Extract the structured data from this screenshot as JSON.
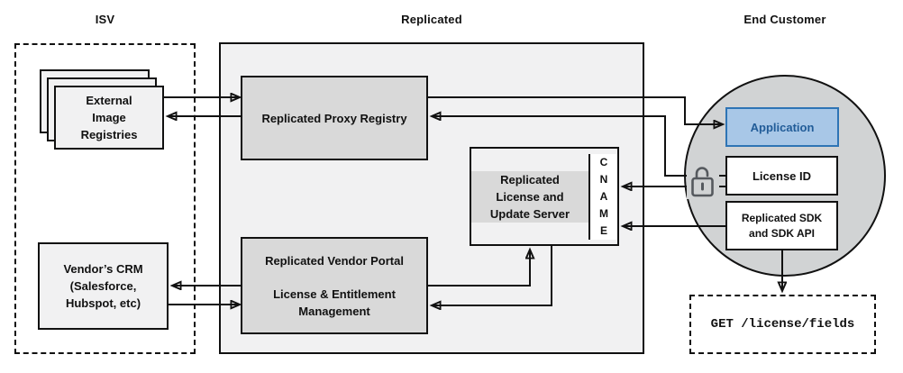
{
  "titles": {
    "isv": "ISV",
    "replicated": "Replicated",
    "end_customer": "End Customer"
  },
  "nodes": {
    "external_registries": {
      "label_lines": [
        "External",
        "Image",
        "Registries"
      ]
    },
    "vendor_crm": {
      "label_lines": [
        "Vendor’s CRM",
        "(Salesforce,",
        "Hubspot, etc)"
      ]
    },
    "proxy_registry": {
      "label": "Replicated Proxy Registry"
    },
    "vendor_portal": {
      "title": "Replicated Vendor Portal",
      "subtitle_lines": [
        "License & Entitlement",
        "Management"
      ]
    },
    "update_server": {
      "label_lines": [
        "Replicated",
        "License and",
        "Update Server"
      ],
      "cname_letters": [
        "C",
        "N",
        "A",
        "M",
        "E"
      ]
    },
    "application": {
      "label": "Application"
    },
    "license_id": {
      "label": "License ID"
    },
    "sdk": {
      "label_lines": [
        "Replicated SDK",
        "and SDK API"
      ]
    },
    "api_endpoint": {
      "label": "GET /license/fields"
    }
  },
  "icons": {
    "lock": "open-padlock-icon"
  },
  "colors": {
    "line": "#111111",
    "panel_fill": "#f1f1f2",
    "node_fill": "#d9d9d9",
    "circle_fill": "#d1d3d4",
    "light_fill": "#f1f1f2",
    "application_fill": "#a8c7e7",
    "application_border": "#2e74b5",
    "application_text": "#215c98",
    "lock": "#55595e"
  }
}
